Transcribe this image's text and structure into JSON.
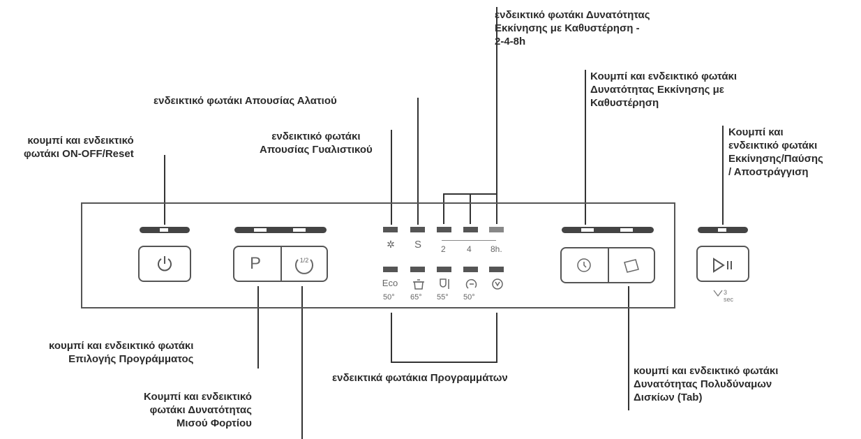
{
  "labels": {
    "delay_led": "ενδεικτικό φωτάκι Δυνατότητας\nΕκκίνησης με Καθυστέρηση -\n2-4-8h",
    "delay_button": "Κουμπί και ενδεικτικό φωτάκι\nΔυνατότητας Εκκίνησης με\nΚαθυστέρηση",
    "salt_led": "ενδεικτικό φωτάκι Απουσίας Αλατιού",
    "rinse_led": "ενδεικτικό φωτάκι\nΑπουσίας Γυαλιστικού",
    "onoff": "κουμπί και ενδεικτικό\nφωτάκι ON-OFF/Reset",
    "start_pause": "Κουμπί και\nενδεικτικό φωτάκι\nΕκκίνησης/Παύσης\n/ Αποστράγγιση",
    "program_select": "κουμπί και ενδεικτικό φωτάκι\nΕπιλογής Προγράμματος",
    "half_load": "Κουμπί και ενδεικτικό\nφωτάκι Δυνατότητας\nΜισού Φορτίου",
    "program_leds": "ενδεικτικά φωτάκια Προγραμμάτων",
    "tab": "κουμπί και ενδεικτικό φωτάκι\nΔυνατότητας Πολυδύναμων\nΔισκίων (Tab)"
  },
  "panel": {
    "delay_ticks": [
      "2",
      "4",
      "8h."
    ],
    "program_symbols": [
      "Eco",
      "",
      "",
      "",
      ""
    ],
    "program_temps": [
      "50°",
      "65°",
      "55°",
      "50°"
    ],
    "program_button": "P",
    "half_load_button": "1/2",
    "drain_hint": "3 sec"
  },
  "colors": {
    "line": "#333333",
    "panel_border": "#555555",
    "led": "#555555"
  },
  "icons": [
    "power-icon",
    "half-load-icon",
    "rinse-aid-icon",
    "salt-icon",
    "eco-icon",
    "pot-icon",
    "glasses-icon",
    "quick-icon",
    "prewash-icon",
    "delay-clock-icon",
    "tab-icon",
    "play-pause-icon",
    "drain-icon"
  ]
}
